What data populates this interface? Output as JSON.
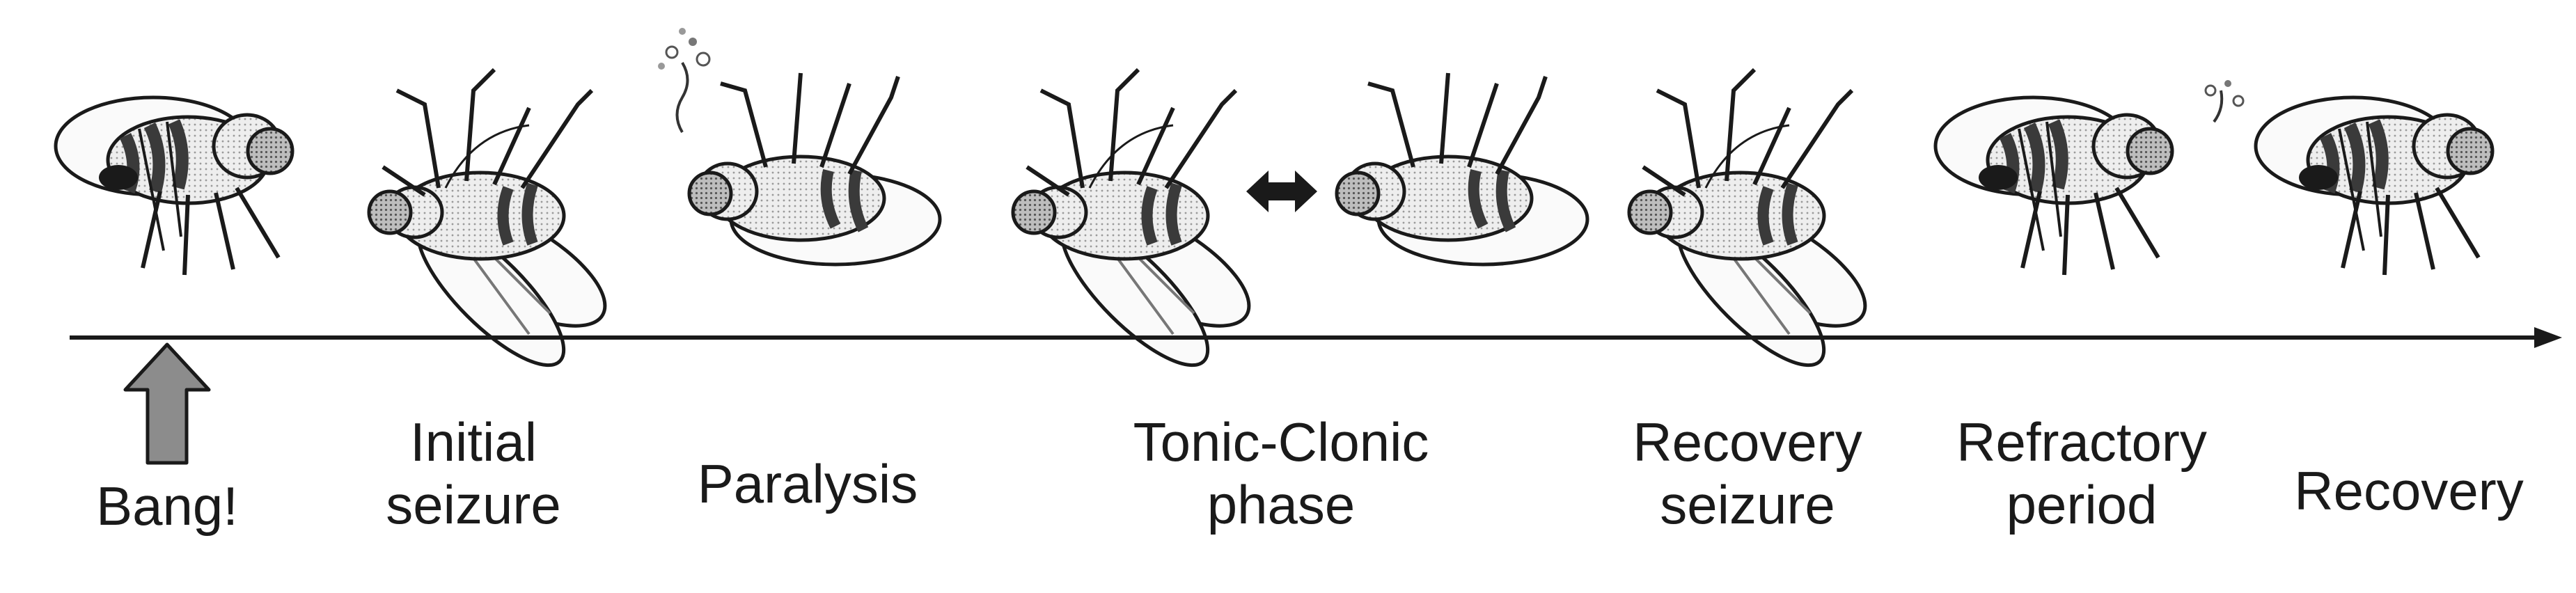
{
  "timeline": {
    "stages": [
      {
        "lines": [
          "Bang!"
        ]
      },
      {
        "lines": [
          "Initial",
          "seizure"
        ]
      },
      {
        "lines": [
          "Paralysis"
        ]
      },
      {
        "lines": [
          "Tonic-Clonic",
          "phase"
        ]
      },
      {
        "lines": [
          "Recovery",
          "seizure"
        ]
      },
      {
        "lines": [
          "Refractory",
          "period"
        ]
      },
      {
        "lines": [
          "Recovery"
        ]
      }
    ]
  },
  "colors": {
    "ink": "#1a1a1a",
    "body_fill": "#e6e6e6",
    "stripe": "#4a4a4a",
    "arrow_fill": "#8c8c8c"
  },
  "icons": [
    "fly-upright-icon",
    "fly-upside-down-icon",
    "fly-on-back-icon",
    "double-headed-arrow-icon",
    "bang-arrow-icon",
    "timeline-arrow"
  ]
}
